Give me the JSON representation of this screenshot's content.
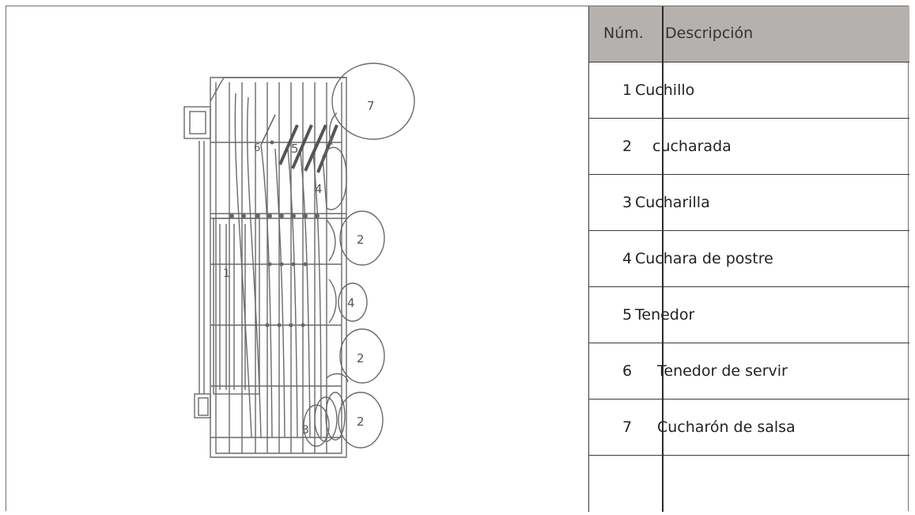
{
  "table": {
    "header": {
      "num": "Núm.",
      "desc": "Descripción"
    },
    "rows": [
      {
        "num": "1",
        "desc": "Cuchillo"
      },
      {
        "num": "2",
        "desc": "cucharada"
      },
      {
        "num": "3",
        "desc": "Cucharilla"
      },
      {
        "num": "4",
        "desc": "Cuchara de postre"
      },
      {
        "num": "5",
        "desc": "Tenedor"
      },
      {
        "num": "6",
        "desc": "Tenedor de servir"
      },
      {
        "num": "7",
        "desc": "Cucharón de salsa"
      },
      {
        "num": "",
        "desc": ""
      }
    ]
  },
  "figure": {
    "callouts": [
      "7",
      "6",
      "5",
      "4",
      "2",
      "1",
      "4",
      "2",
      "3",
      "2"
    ]
  }
}
